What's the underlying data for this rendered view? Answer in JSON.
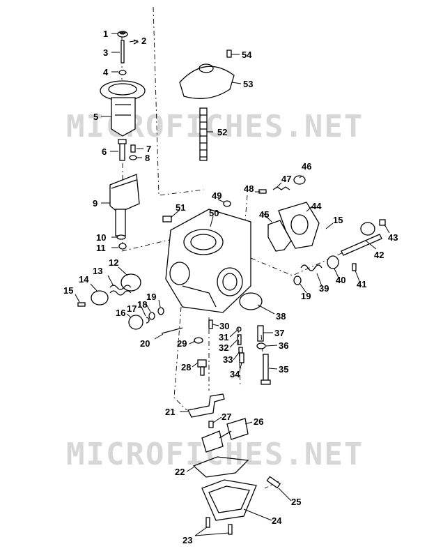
{
  "watermark": "MICROFICHES.NET",
  "callouts": [
    "1",
    "2",
    "3",
    "4",
    "5",
    "6",
    "7",
    "8",
    "9",
    "10",
    "11",
    "12",
    "13",
    "14",
    "15",
    "16",
    "17",
    "18",
    "19",
    "20",
    "21",
    "22",
    "23",
    "24",
    "25",
    "26",
    "27",
    "28",
    "29",
    "30",
    "31",
    "32",
    "33",
    "34",
    "35",
    "36",
    "37",
    "38",
    "39",
    "40",
    "41",
    "42",
    "43",
    "44",
    "45",
    "46",
    "47",
    "48",
    "49",
    "50",
    "51",
    "52",
    "53",
    "54"
  ]
}
